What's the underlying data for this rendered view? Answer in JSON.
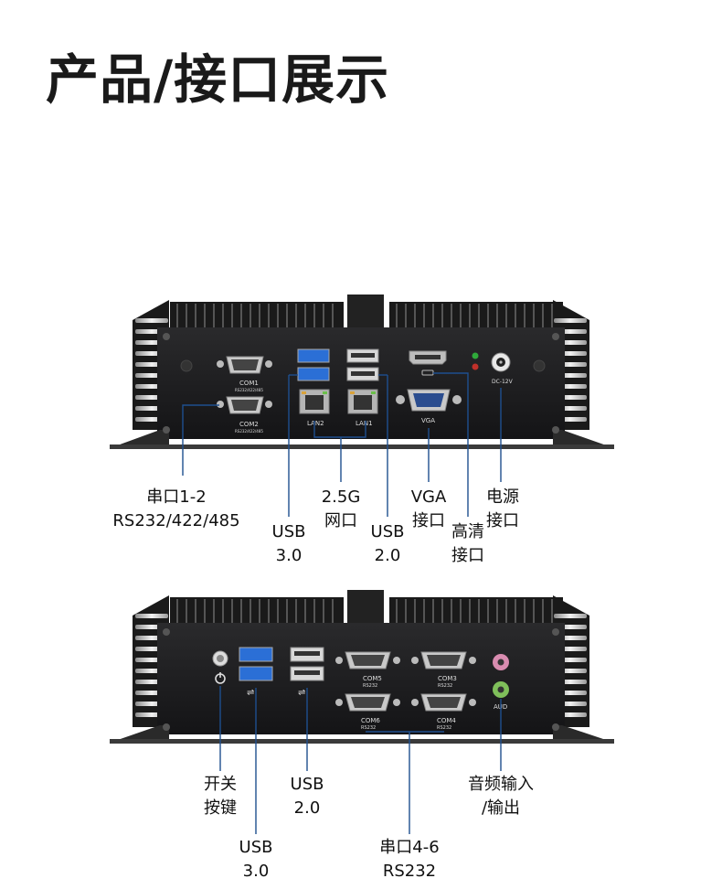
{
  "title": "产品/接口展示",
  "panel1": {
    "silk": {
      "com1": "COM1",
      "com1_sub": "RS232/422/485",
      "com2": "COM2",
      "com2_sub": "RS232/422/485",
      "lan2": "LAN2",
      "lan1": "LAN1",
      "vga": "VGA",
      "dc": "DC-12V"
    },
    "labels": {
      "serial_line1": "串口1-2",
      "serial_line2": "RS232/422/485",
      "usb3_line1": "USB",
      "usb3_line2": "3.0",
      "lan_line1": "2.5G",
      "lan_line2": "网口",
      "usb2_line1": "USB",
      "usb2_line2": "2.0",
      "vga_line1": "VGA",
      "vga_line2": "接口",
      "hdmi_line1": "高清",
      "hdmi_line2": "接口",
      "power_line1": "电源",
      "power_line2": "接口"
    }
  },
  "panel2": {
    "silk": {
      "com5": "COM5",
      "com5_sub": "RS232",
      "com3": "COM3",
      "com3_sub": "RS232",
      "com6": "COM6",
      "com6_sub": "RS232",
      "com4": "COM4",
      "com4_sub": "RS232",
      "aud": "AUD"
    },
    "labels": {
      "switch_line1": "开关",
      "switch_line2": "按键",
      "usb2_line1": "USB",
      "usb2_line2": "2.0",
      "audio_line1": "音频输入",
      "audio_line2": "/输出",
      "usb3_line1": "USB",
      "usb3_line2": "3.0",
      "serial_line1": "串口4-6",
      "serial_line2": "RS232"
    }
  },
  "colors": {
    "chassis": "#1c1c1e",
    "usb3_blue": "#2b6fd6",
    "leader_line": "#1e4f8f",
    "led_green": "#2faa3a",
    "led_red": "#c0302a",
    "audio_pink": "#d98cb0",
    "audio_green": "#7fbf5a"
  }
}
